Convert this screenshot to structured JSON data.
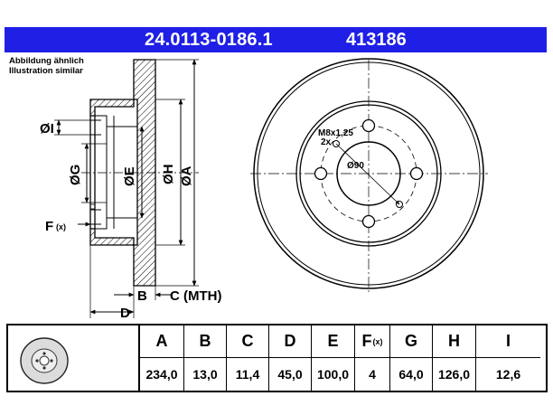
{
  "header": {
    "part_number": "24.0113-0186.1",
    "code": "413186"
  },
  "note": {
    "line1": "Abbildung ähnlich",
    "line2": "Illustration similar"
  },
  "labels": {
    "I": "ØI",
    "G": "ØG",
    "E": "ØE",
    "H": "ØH",
    "A": "ØA",
    "F": "F",
    "F_sub": "(x)",
    "B": "B",
    "C": "C (MTH)",
    "D": "D",
    "bolt": "M8x1,25",
    "bolt_count": "2x",
    "pcd": "Ø90"
  },
  "colors": {
    "banner": "#1f1fe6",
    "banner_text": "#ffffff",
    "hatch": "#000000"
  },
  "table": {
    "columns": [
      {
        "key": "A",
        "value": "234,0"
      },
      {
        "key": "B",
        "value": "13,0"
      },
      {
        "key": "C",
        "value": "11,4"
      },
      {
        "key": "D",
        "value": "45,0"
      },
      {
        "key": "E",
        "value": "100,0"
      },
      {
        "key": "F",
        "sub": "(x)",
        "value": "4"
      },
      {
        "key": "G",
        "value": "64,0"
      },
      {
        "key": "H",
        "value": "126,0"
      },
      {
        "key": "I",
        "value": "12,6"
      }
    ]
  }
}
